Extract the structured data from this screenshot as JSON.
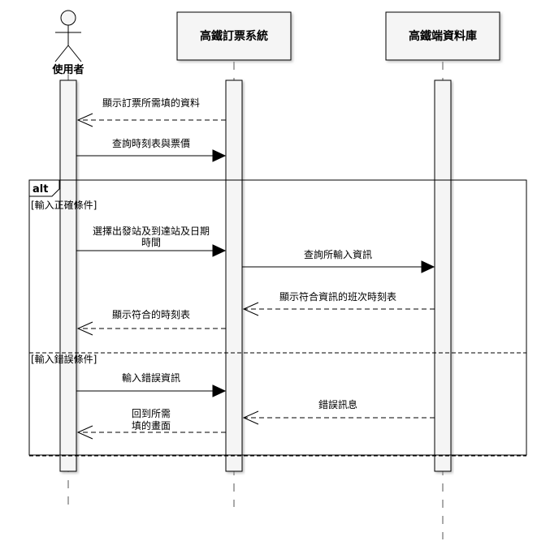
{
  "actors": [
    {
      "id": "user",
      "label": "使用者",
      "kind": "stick-figure"
    },
    {
      "id": "system",
      "label": "高鐵訂票系統",
      "kind": "box"
    },
    {
      "id": "db",
      "label": "高鐵端資料庫",
      "kind": "box"
    }
  ],
  "alt_fragment": {
    "tag": "alt",
    "guards": [
      "[輸入正確條件]",
      "[輸入錯誤條件]"
    ]
  },
  "messages": [
    {
      "label": "顯示訂票所需填的資料",
      "style": "dashed-open"
    },
    {
      "label": "查詢時刻表與票價",
      "style": "solid-filled"
    },
    {
      "label": "選擇出發站及到達站及日期",
      "label2": "時間",
      "style": "solid-filled"
    },
    {
      "label": "查詢所輸入資訊",
      "style": "solid-filled"
    },
    {
      "label": "顯示符合資訊的班次時刻表",
      "style": "dashed-open"
    },
    {
      "label": "顯示符合的時刻表",
      "style": "dashed-open"
    },
    {
      "label": "輸入錯誤資訊",
      "style": "solid-filled"
    },
    {
      "label": "錯誤訊息",
      "style": "dashed-open"
    },
    {
      "label": "回到所需",
      "label2": "填的畫面",
      "style": "dashed-open"
    }
  ],
  "colors": {
    "line": "#000000",
    "box_fill": "#f5f5f5",
    "activation_fill": "#f5f5f5",
    "dash_line": "#555555"
  }
}
